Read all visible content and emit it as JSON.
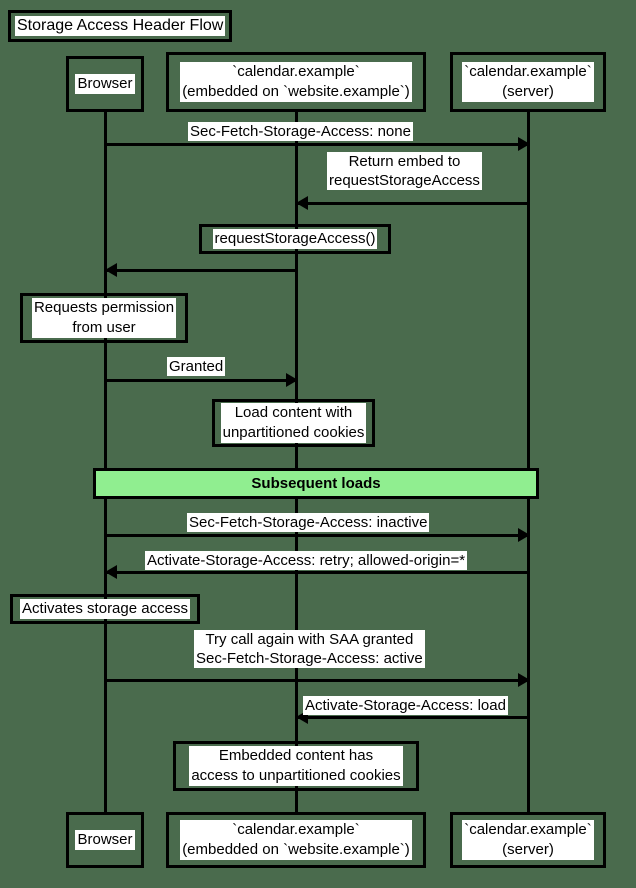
{
  "diagram": {
    "title": "Storage Access Header Flow",
    "type": "sequence-diagram",
    "background_color": "#4a6b4d",
    "accent_color": "#90ee90"
  },
  "participants": [
    {
      "id": "browser",
      "label": "Browser"
    },
    {
      "id": "embed",
      "label": "`calendar.example`\n(embedded on `website.example`)"
    },
    {
      "id": "server",
      "label": "`calendar.example`\n(server)"
    }
  ],
  "messages": [
    {
      "id": "m1",
      "label": "Sec-Fetch-Storage-Access: none",
      "from": "browser",
      "to": "server",
      "direction": "right"
    },
    {
      "id": "m2",
      "label": "Return embed to\nrequestStorageAccess",
      "from": "server",
      "to": "embed",
      "direction": "left"
    },
    {
      "id": "m3",
      "label": "requestStorageAccess()",
      "from": "embed",
      "to": "browser",
      "direction": "left"
    },
    {
      "id": "m4",
      "label": "Granted",
      "from": "browser",
      "to": "embed",
      "direction": "right"
    },
    {
      "id": "m5",
      "label": "Sec-Fetch-Storage-Access: inactive",
      "from": "browser",
      "to": "server",
      "direction": "right"
    },
    {
      "id": "m6",
      "label": "Activate-Storage-Access: retry; allowed-origin=*",
      "from": "server",
      "to": "browser",
      "direction": "left"
    },
    {
      "id": "m7",
      "label": "Try call again with SAA granted\nSec-Fetch-Storage-Access: active",
      "from": "browser",
      "to": "server",
      "direction": "right"
    },
    {
      "id": "m8",
      "label": "Activate-Storage-Access: load",
      "from": "server",
      "to": "embed",
      "direction": "left"
    }
  ],
  "notes": [
    {
      "id": "n1",
      "label": "Requests permission\nfrom user",
      "over": "browser"
    },
    {
      "id": "n2",
      "label": "Load content with\nunpartitioned cookies",
      "over": "embed"
    },
    {
      "id": "n3",
      "label": "Activates storage access",
      "over": "browser"
    },
    {
      "id": "n4",
      "label": "Embedded content has\naccess to unpartitioned cookies",
      "over": "embed"
    }
  ],
  "dividers": [
    {
      "id": "d1",
      "label": "Subsequent loads",
      "color": "#90ee90"
    }
  ]
}
